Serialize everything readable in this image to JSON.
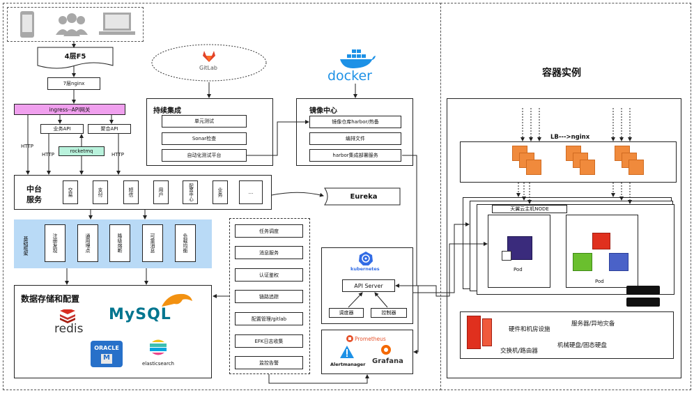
{
  "header": {
    "f5": "4层F5",
    "nginx7": "7层nginx"
  },
  "gateway": {
    "ingress": "ingress--API网关",
    "biz_api": "业务API",
    "agg_api": "聚合API",
    "rocketmq": "rocketmq",
    "http": "HTTP"
  },
  "middle": {
    "title_1": "中台",
    "title_2": "服务",
    "items": [
      "交易",
      "支付",
      "短信",
      "用户",
      "配置中心",
      "业务",
      "..."
    ]
  },
  "eureka": "Eureka",
  "base": {
    "title": "基础框架",
    "items": [
      "注册发现",
      "通用埋点",
      "降级熔断",
      "可靠消息",
      "负载均衡"
    ]
  },
  "storage": {
    "title": "数据存储和配置",
    "redis": "redis",
    "mysql": "MySQL",
    "oracle": "ORACLE",
    "elastic": "elasticsearch"
  },
  "ci": {
    "gitlab": "GitLab",
    "title": "持续集成",
    "items": [
      "单元测试",
      "Sonar检查",
      "自动化测试平台"
    ]
  },
  "image": {
    "docker": "docker",
    "title": "镜像中心",
    "items": [
      "镜像仓库harbor/热备",
      "编排文件",
      "harbor集成部署服务"
    ]
  },
  "services": {
    "items": [
      "任务调度",
      "消息服务",
      "认证鉴权",
      "链路追踪",
      "配置管理/gitlab",
      "EFK日志收集",
      "监控告警"
    ]
  },
  "k8s": {
    "brand": "kubernetes",
    "api_server": "API Server",
    "scheduler": "调度器",
    "controller": "控制器"
  },
  "monitor": {
    "prometheus": "Prometheus",
    "alertmanager": "Alertmanager",
    "grafana": "Grafana"
  },
  "container": {
    "title": "容器实例",
    "lb": "LB--->nginx",
    "node": "天翼云主机NODE",
    "pod1": "Pod",
    "pod2": "Pod"
  },
  "hardware": {
    "line1": "硬件和机房设施",
    "line2": "服务器/异地灾备",
    "line3": "机械硬盘/固态硬盘",
    "line4": "交换机/路由器"
  },
  "colors": {
    "ingress": "#f0a0ee",
    "rocketmq": "#b9f2dc",
    "base_bg": "#b9daf6",
    "orange": "#f08a3c",
    "k8s": "#326ce5",
    "docker": "#1d91e6",
    "prometheus": "#e6522c"
  }
}
